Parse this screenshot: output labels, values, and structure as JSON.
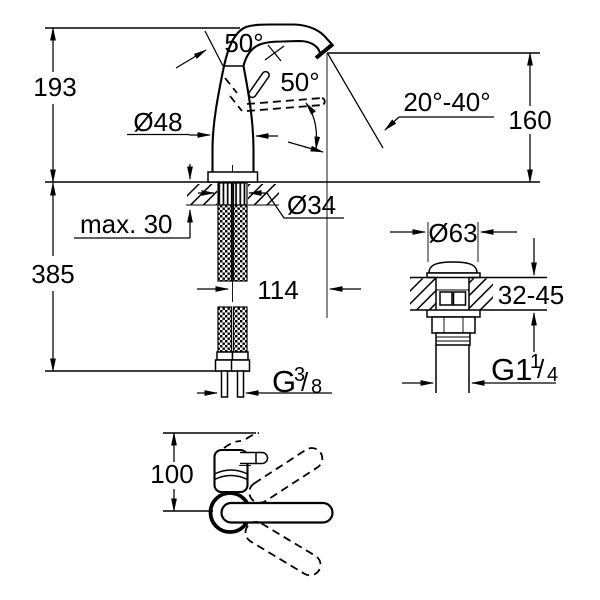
{
  "colors": {
    "background": "#ffffff",
    "line": "#000000"
  },
  "front_view": {
    "height_above_deck": "193",
    "length_below_deck": "385",
    "max_mounting_depth": "max. 30",
    "body_diameter": "Ø48",
    "shank_diameter": "Ø34",
    "spout_height": "160",
    "spout_reach": "114",
    "spout_angle": "50°",
    "lever_angle": "50°",
    "aerator_swivel_range": "20°-40°",
    "supply_hose_thread": {
      "prefix": "G",
      "numerator": "3",
      "slash": "/",
      "denominator": "8"
    }
  },
  "waste_view": {
    "flange_diameter": "Ø63",
    "deck_thickness_range": "32-45",
    "waste_thread": {
      "prefix": "G1",
      "numerator": "1",
      "slash": "/",
      "denominator": "4"
    }
  },
  "plan_view": {
    "lever_length": "100"
  }
}
